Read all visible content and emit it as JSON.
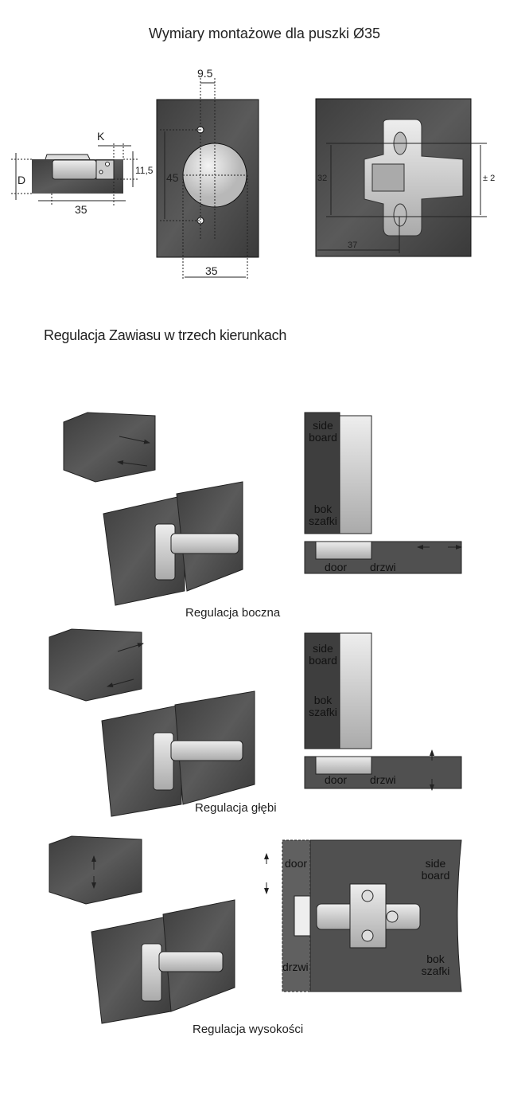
{
  "title": "Wymiary montażowe dla puszki Ø35",
  "mounting": {
    "side_profile": {
      "depth_label": "D",
      "k_label": "K",
      "height_label": "11,5",
      "width_label": "35"
    },
    "door_plate": {
      "offset_label": "9.5",
      "hole_spacing_label": "45",
      "cup_label": "35"
    },
    "mounting_plate": {
      "spacing_label": "32",
      "adjust_label": "± 2",
      "distance_label": "37"
    }
  },
  "section_title": "Regulacja Zawiasu w trzech kierunkach",
  "adjustments": [
    {
      "caption": "Regulacja boczna",
      "side_board": [
        "side",
        "board"
      ],
      "bok_szafki": [
        "bok",
        "szafki"
      ],
      "door": "door",
      "drzwi": "drzwi"
    },
    {
      "caption": "Regulacja głębi",
      "side_board": [
        "side",
        "board"
      ],
      "bok_szafki": [
        "bok",
        "szafki"
      ],
      "door": "door",
      "drzwi": "drzwi"
    },
    {
      "caption": "Regulacja wysokości",
      "side_board": [
        "side",
        "board"
      ],
      "bok_szafki": [
        "bok",
        "szafki"
      ],
      "door": "door",
      "drzwi": "drzwi"
    }
  ],
  "colors": {
    "panel": "#4a4a4a",
    "metal": "#d8d8d8",
    "line": "#222222"
  }
}
